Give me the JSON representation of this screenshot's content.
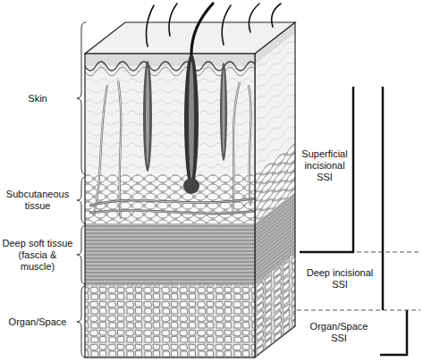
{
  "diagram": {
    "labels": [
      "Skin",
      "Subcutaneous tissue",
      "Deep soft tissue (fascia & muscle)",
      "Organ/Space",
      "Superficial incisional SSI",
      "Deep incisional SSI",
      "Organ/Space SSI"
    ]
  }
}
